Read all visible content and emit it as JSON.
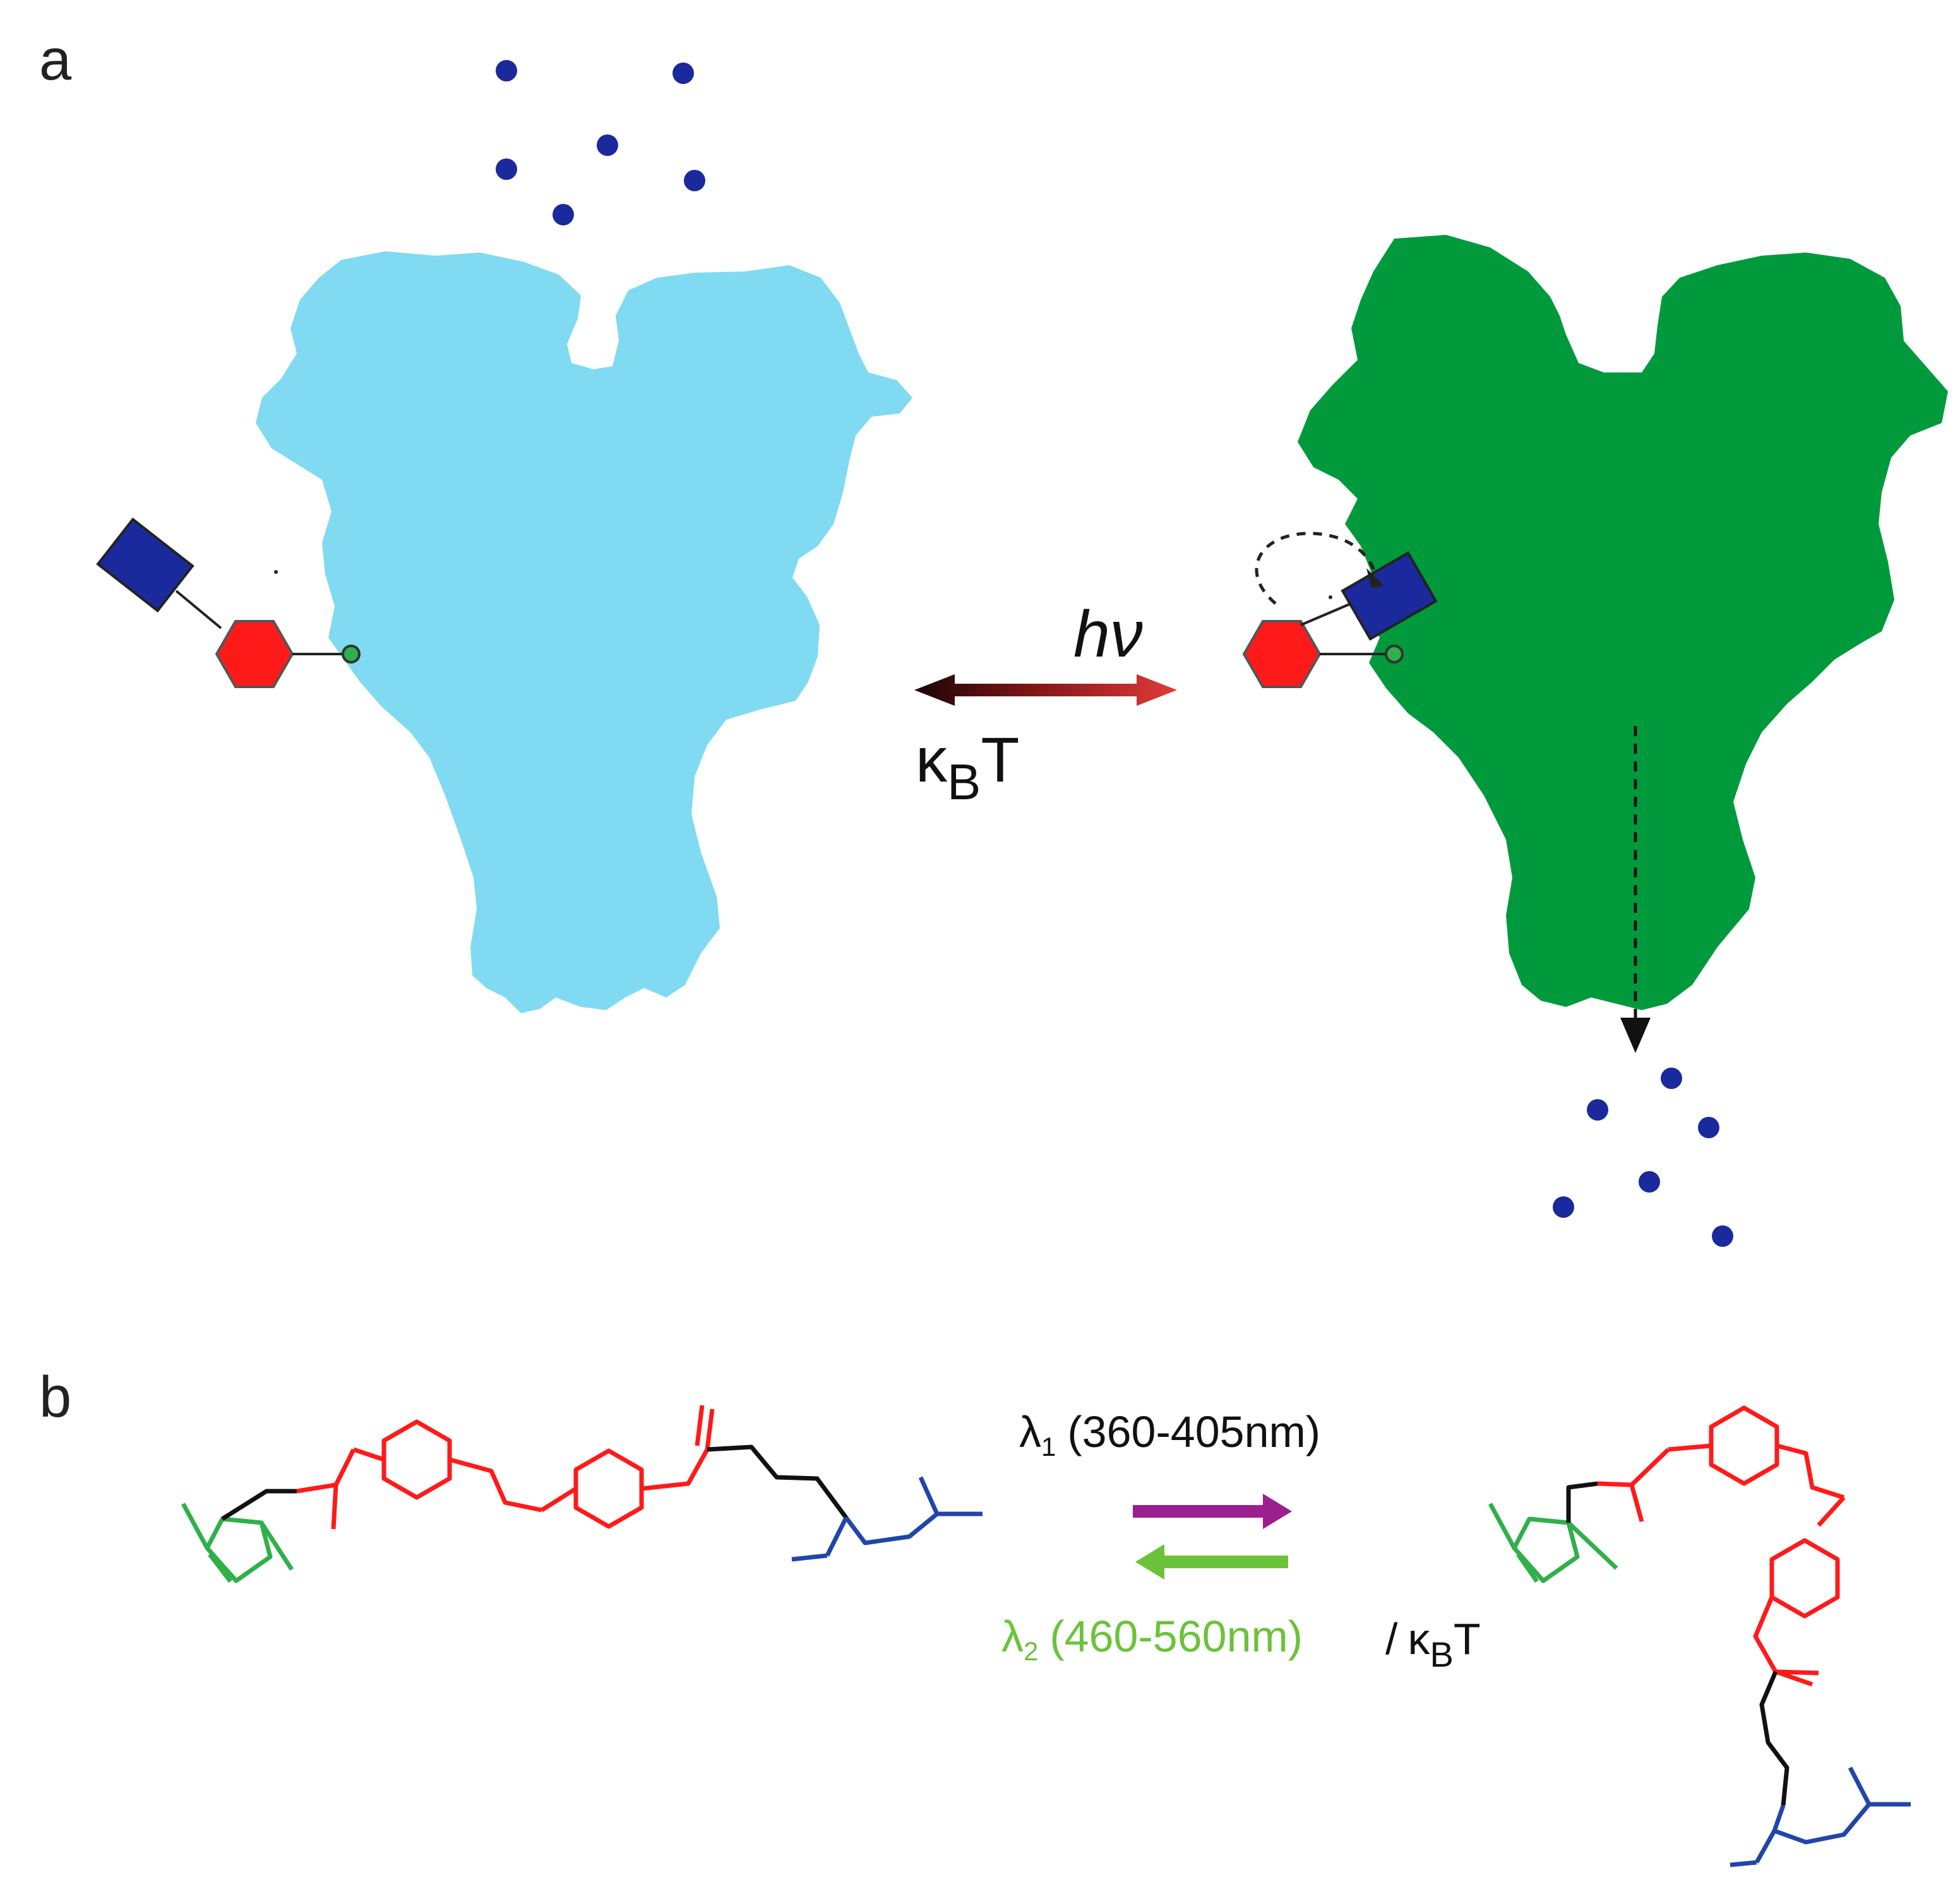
{
  "panel_a": {
    "label": "a",
    "forward_label": "hν",
    "reverse_label_kappa": "κ",
    "reverse_label_sub": "B",
    "reverse_label_T": "T",
    "closed_color": "#7fdaf2",
    "open_color": "#009a3d",
    "ligand_color": "#1a2a9c",
    "photoswitch_color": "#ff1a1a",
    "anchor_color": "#2fb04a"
  },
  "panel_b": {
    "label": "b",
    "lambda1_symbol": "λ",
    "lambda1_sub": "1",
    "lambda1_range": "(360-405nm)",
    "lambda2_symbol": "λ",
    "lambda2_sub": "2",
    "lambda2_range": "(460-560nm)",
    "thermal_slash": "/",
    "thermal_kappa": "κ",
    "thermal_sub": "B",
    "thermal_T": "T",
    "lambda1_color": "#9b1f8e",
    "lambda2_color": "#6cc23a",
    "maleimide_color": "#2fb04a",
    "azobenzene_color": "#ff1a1a",
    "glutamate_color": "#2146a8"
  }
}
